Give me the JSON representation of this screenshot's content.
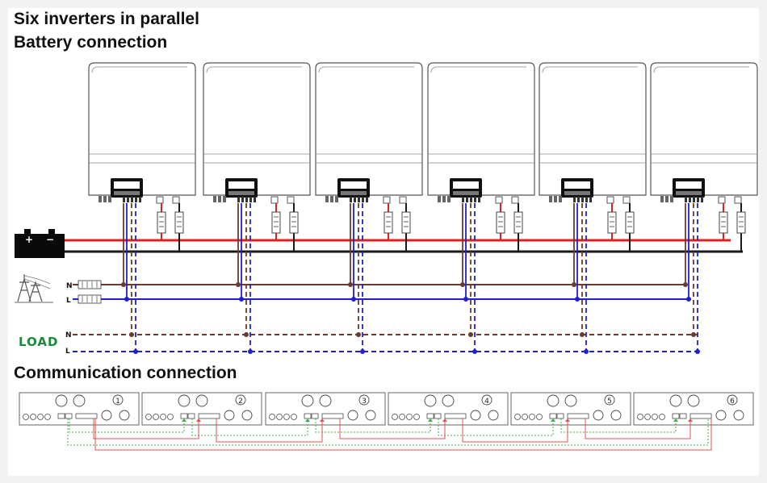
{
  "headings": {
    "title": "Six inverters in parallel",
    "battery_section": "Battery connection",
    "communication_section": "Communication connection"
  },
  "grid_labels": {
    "neutral": "N",
    "line": "L"
  },
  "load": {
    "label": "LOAD",
    "neutral": "N",
    "line": "L"
  },
  "inverters": [
    {
      "number": "1"
    },
    {
      "number": "2"
    },
    {
      "number": "3"
    },
    {
      "number": "4"
    },
    {
      "number": "5"
    },
    {
      "number": "6"
    }
  ],
  "colors": {
    "battery_positive": "#e02020",
    "battery_negative": "#1a1a1a",
    "neutral": "#6b3a2e",
    "line": "#2020d0",
    "load_text": "#1a8a3a",
    "comm_green": "#3cb043",
    "comm_red": "#e05050",
    "inverter_outline": "#555555"
  }
}
